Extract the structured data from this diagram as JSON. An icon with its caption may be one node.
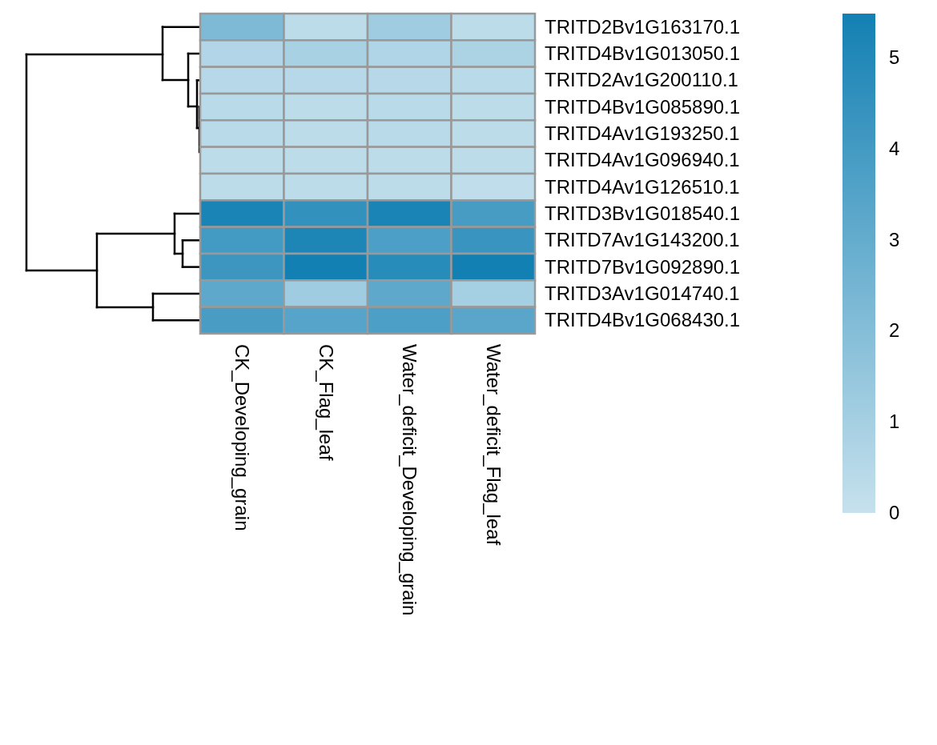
{
  "diagram": {
    "labels": [
      "TRITD2Bv1G163170.1",
      "TRITD4Bv1G013050.1",
      "TRITD2Av1G200110.1",
      "TRITD4Bv1G085890.1",
      "TRITD4Av1G193250.1",
      "TRITD4Av1G096940.1",
      "TRITD4Av1G126510.1",
      "TRITD3Bv1G018540.1",
      "TRITD7Av1G143200.1",
      "TRITD7Bv1G092890.1",
      "TRITD3Av1G014740.1",
      "TRITD4Bv1G068430.1",
      "CK_Developing_grain",
      "CK_Flag_leaf",
      "Water_deficit_Developing_grain",
      "Water_deficit_Flag_leaf",
      "5",
      "4",
      "3",
      "2",
      "1",
      "0"
    ]
  }
}
